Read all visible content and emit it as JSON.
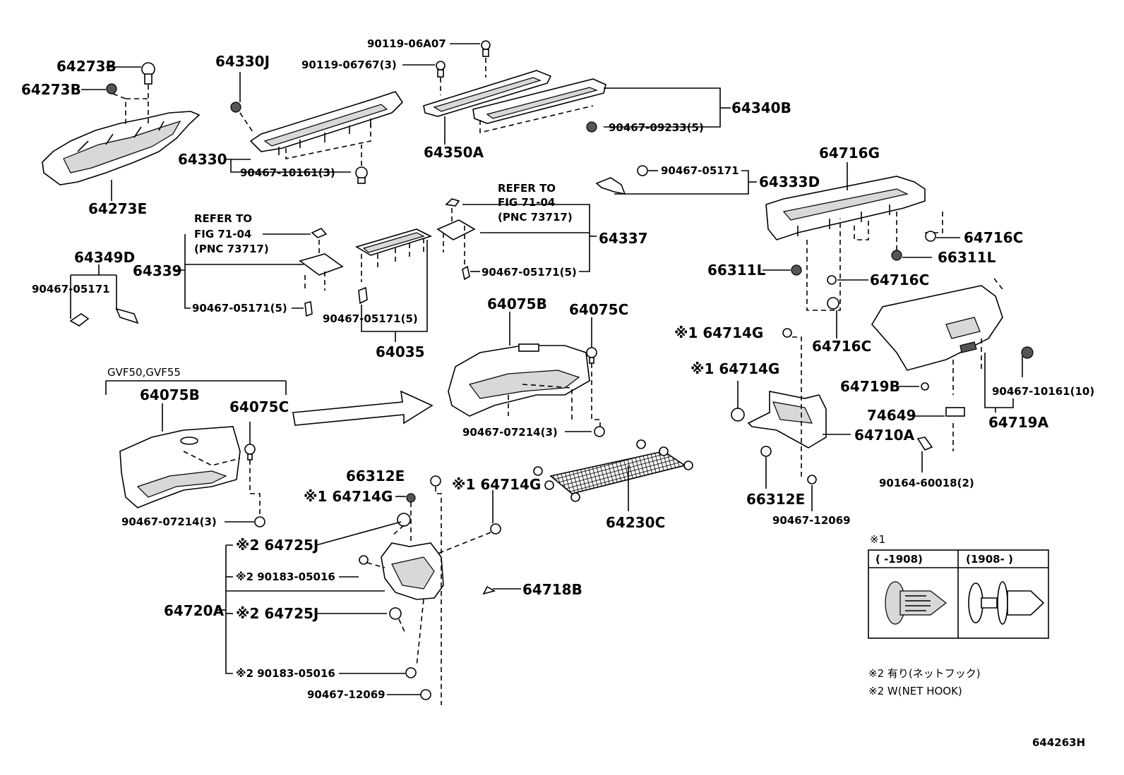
{
  "labels": {
    "l_64273B_a": "64273B",
    "l_64273B_b": "64273B",
    "l_64273E": "64273E",
    "l_64330J": "64330J",
    "l_64330": "64330",
    "l_90467_10161_3": "90467-10161(3)",
    "l_90119_06A07": "90119-06A07",
    "l_90119_06767": "90119-06767(3)",
    "l_64340B": "64340B",
    "l_90467_09233": "90467-09233(5)",
    "l_64350A": "64350A",
    "l_64333D": "64333D",
    "l_90467_05171_top": "90467-05171",
    "l_refer1": "REFER TO",
    "l_fig1": "FIG 71-04",
    "l_pnc1": "(PNC 73717)",
    "l_64337": "64337",
    "l_90467_05171_5_a": "90467-05171(5)",
    "l_refer2": "REFER TO",
    "l_fig2": "FIG 71-04",
    "l_pnc2": "(PNC 73717)",
    "l_64339": "64339",
    "l_90467_05171_5_b": "90467-05171(5)",
    "l_90467_05171_5_c": "90467-05171(5)",
    "l_64035": "64035",
    "l_64349D": "64349D",
    "l_90467_05171_left": "90467-05171",
    "l_64716G": "64716G",
    "l_64716C_a": "64716C",
    "l_66311L_a": "66311L",
    "l_66311L_b": "66311L",
    "l_64716C_b": "64716C",
    "l_64716C_c": "64716C",
    "l_64075B_top": "64075B",
    "l_64075C_top": "64075C",
    "l_90467_07214_top": "90467-07214(3)",
    "l_gvf": "GVF50,GVF55",
    "l_64075B_left": "64075B",
    "l_64075C_left": "64075C",
    "l_90467_07214_left": "90467-07214(3)",
    "l_64714G_a": "※1 64714G",
    "l_64714G_b": "※1 64714G",
    "l_64714G_c": "※1 64714G",
    "l_64714G_d": "※1 64714G",
    "l_66312E_a": "66312E",
    "l_66312E_b": "66312E",
    "l_64710A": "64710A",
    "l_90467_12069_a": "90467-12069",
    "l_90467_12069_b": "90467-12069",
    "l_64719B": "64719B",
    "l_74649": "74649",
    "l_64719A": "64719A",
    "l_90467_10161_10": "90467-10161(10)",
    "l_90164_60018": "90164-60018(2)",
    "l_64230C": "64230C",
    "l_64725J_a": "※2 64725J",
    "l_90183_05016_a": "※2 90183-05016",
    "l_64718B": "64718B",
    "l_64720A": "64720A",
    "l_64725J_b": "※2 64725J",
    "l_90183_05016_b": "※2 90183-05016"
  },
  "legend": {
    "mark": "※1",
    "col1": "(      -1908)",
    "col2": "(1908-      )"
  },
  "notes": {
    "note1": "※2 有り(ネットフック)",
    "note2": "※2 W(NET HOOK)"
  },
  "figure_id": "644263H"
}
